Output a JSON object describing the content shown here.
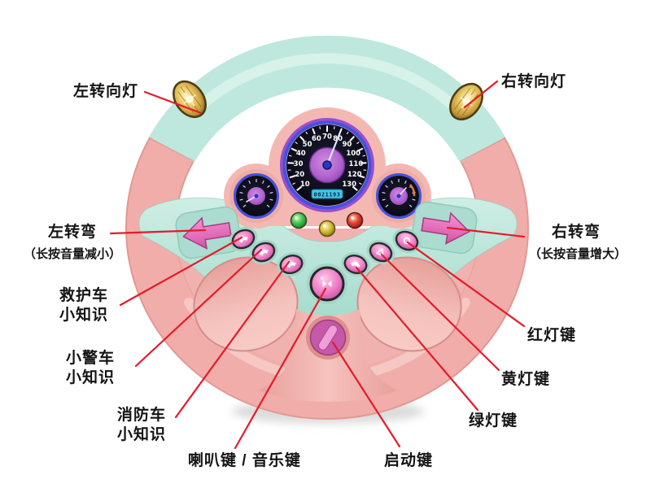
{
  "annotations": {
    "left_signal": "左转向灯",
    "right_signal": "右转向灯",
    "left_turn": "左转弯",
    "left_turn_sub": "（长按音量减小）",
    "right_turn": "右转弯",
    "right_turn_sub": "（长按音量增大）",
    "ambulance_line1": "救护车",
    "ambulance_line2": "小知识",
    "police_line1": "小警车",
    "police_line2": "小知识",
    "fire_line1": "消防车",
    "fire_line2": "小知识",
    "horn_key": "喇叭键 / 音乐键",
    "start_key": "启动键",
    "red_key": "红灯键",
    "yellow_key": "黄灯键",
    "green_key": "绿灯键"
  },
  "gauge": {
    "speed_labels": [
      10,
      20,
      30,
      40,
      50,
      60,
      70,
      80,
      90,
      100,
      110,
      120,
      130
    ],
    "needle_value": 80,
    "odometer": "0021193"
  },
  "colors": {
    "mint": "#bee8dd",
    "rim_pink": "#f1adaa",
    "panel_pink": "#f4b8b3",
    "button_magenta": "#ec74c4",
    "jewel_green": "#2fb33c",
    "jewel_yellow": "#d9c23a",
    "jewel_red": "#e03428",
    "gauge_blue": "#4152e2",
    "gauge_purple": "#b670d6",
    "odometer_cyan": "#41c8e8",
    "annotation_red": "#e51a2b"
  }
}
